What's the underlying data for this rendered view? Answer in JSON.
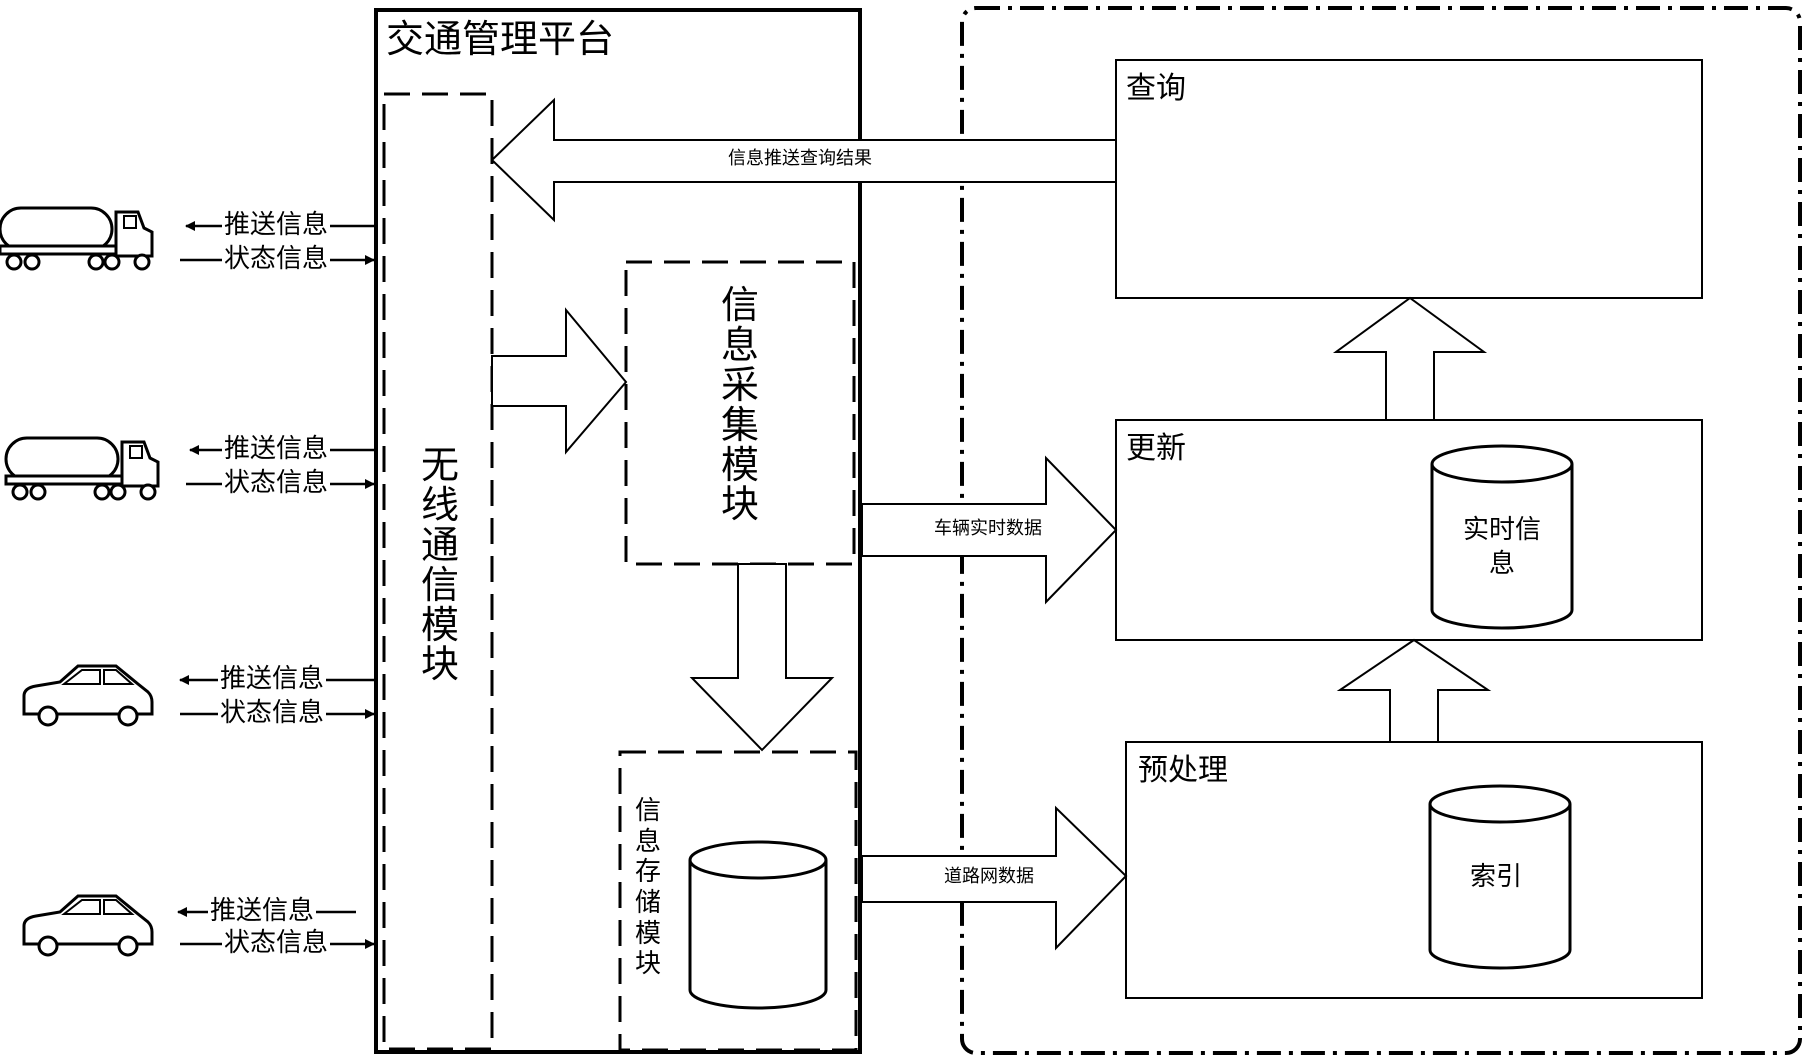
{
  "platform": {
    "title": "交通管理平台"
  },
  "modules": {
    "wireless": "无线通信模块",
    "collect": "信息采集模块",
    "storage": "信息存储模块"
  },
  "right": {
    "query": "查询",
    "update": "更新",
    "preprocess": "预处理",
    "realtime_db": "实时信息",
    "index_db": "索引"
  },
  "arrows": {
    "push_result": "信息推送查询结果",
    "vehicle_data": "车辆实时数据",
    "road_data": "道路网数据"
  },
  "vehicles": [
    {
      "type": "tanker-truck",
      "push": "推送信息",
      "status": "状态信息"
    },
    {
      "type": "tanker-truck",
      "push": "推送信息",
      "status": "状态信息"
    },
    {
      "type": "car",
      "push": "推送信息",
      "status": "状态信息"
    },
    {
      "type": "car",
      "push": "推送信息",
      "status": "状态信息"
    }
  ],
  "colors": {
    "line": "#000000",
    "background": "#ffffff"
  }
}
